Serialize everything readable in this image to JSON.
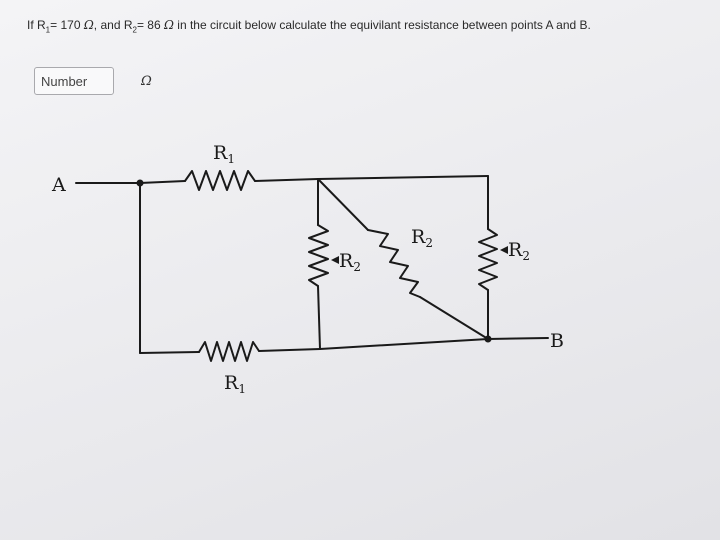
{
  "question": {
    "prefix": "If R",
    "r1_sub": "1",
    "r1_value": "= 170",
    "ohm_symbol": "Ω",
    "mid": ", and R",
    "r2_sub": "2",
    "r2_value": "= 86",
    "suffix": " in the circuit below calculate the equivilant resistance between points A and B."
  },
  "answer": {
    "placeholder": "Number",
    "unit": "Ω"
  },
  "circuit": {
    "point_a": "A",
    "point_b": "B",
    "r1_top": {
      "letter": "R",
      "sub": "1"
    },
    "r1_bottom": {
      "letter": "R",
      "sub": "1"
    },
    "r2_left": {
      "letter": "R",
      "sub": "2"
    },
    "r2_diagonal": {
      "letter": "R",
      "sub": "2"
    },
    "r2_right": {
      "letter": "R",
      "sub": "2"
    }
  }
}
